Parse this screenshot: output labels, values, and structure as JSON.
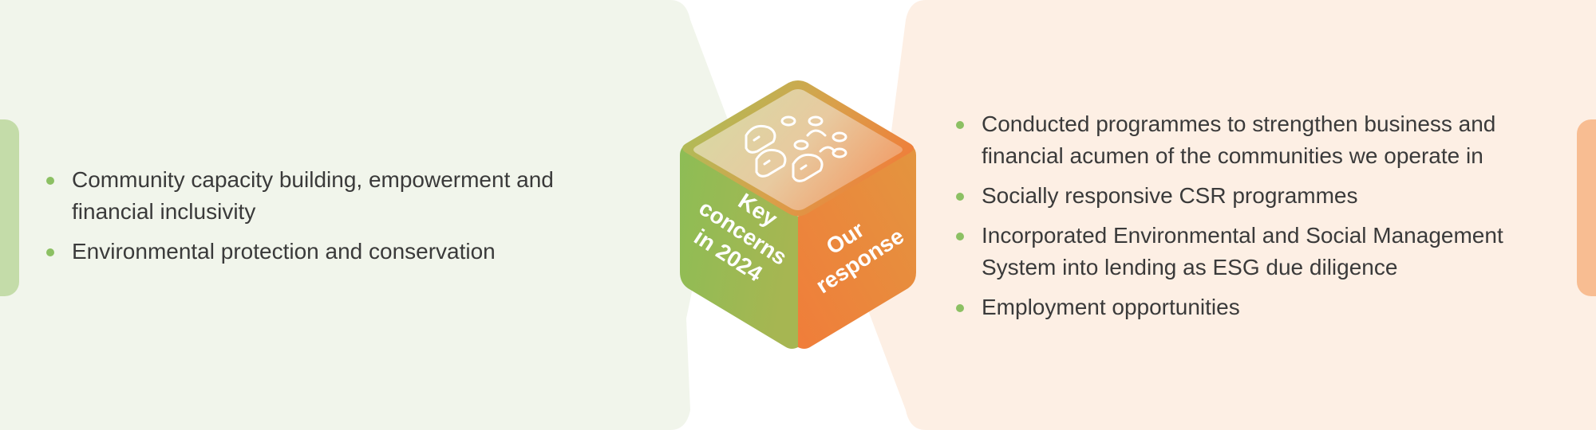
{
  "diagram": {
    "colors": {
      "left_panel": "#f1f5eb",
      "right_panel": "#fdefe4",
      "left_tab": "#c4dca9",
      "right_tab": "#f8bd92",
      "bullet": "#8cc063",
      "cube_green": "#8dbd55",
      "cube_orange": "#f07d3a"
    },
    "cube": {
      "top_icon": "community-people-icon",
      "left_face_lines": [
        "Key",
        "concerns",
        "in 2024"
      ],
      "right_face_lines": [
        "Our",
        "response"
      ]
    },
    "key_concerns": [
      "Community capacity building, empowerment and financial inclusivity",
      "Environmental protection and conservation"
    ],
    "our_response": [
      "Conducted programmes to strengthen business and financial acumen of the communities we operate in",
      "Socially responsive CSR programmes",
      "Incorporated Environmental and Social Management System into lending as ESG due diligence",
      "Employment opportunities"
    ]
  }
}
